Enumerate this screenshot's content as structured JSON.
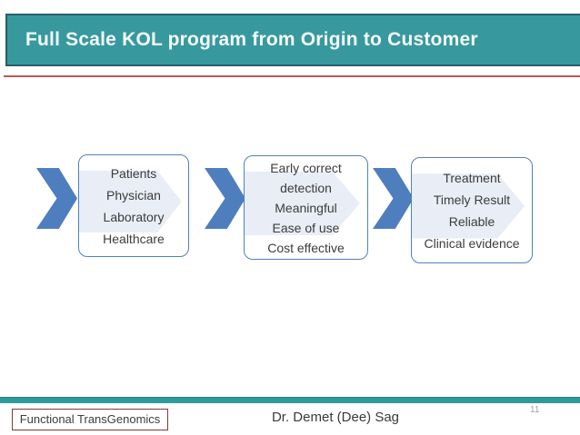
{
  "slide": {
    "title": "Full Scale KOL program from Origin to Customer",
    "flow": {
      "steps": [
        {
          "lines": [
            "Patients",
            "Physician",
            "Laboratory",
            "Healthcare"
          ]
        },
        {
          "lines": [
            "Early correct detection",
            "Meaningful",
            "Ease of use",
            "Cost effective"
          ]
        },
        {
          "lines": [
            "Treatment",
            "Timely Result",
            "Reliable",
            "Clinical evidence"
          ]
        }
      ]
    },
    "footer": {
      "left_label": "Functional TransGenomics",
      "center_label": "Dr. Demet (Dee) Sag",
      "page_number": "11"
    },
    "colors": {
      "banner_fill": "#37999E",
      "banner_border": "#265E6C",
      "red_rule": "#BA5956",
      "arrow_blue": "#4E7EBE",
      "box_border": "#4F81BD",
      "watermark_blue": "#E8EDF6",
      "teal_bar": "#2F9A9E",
      "footer_box_border": "#7E3B3B",
      "body_text": "#3C3C3C",
      "page_number_gray": "#A0A0A0"
    }
  }
}
